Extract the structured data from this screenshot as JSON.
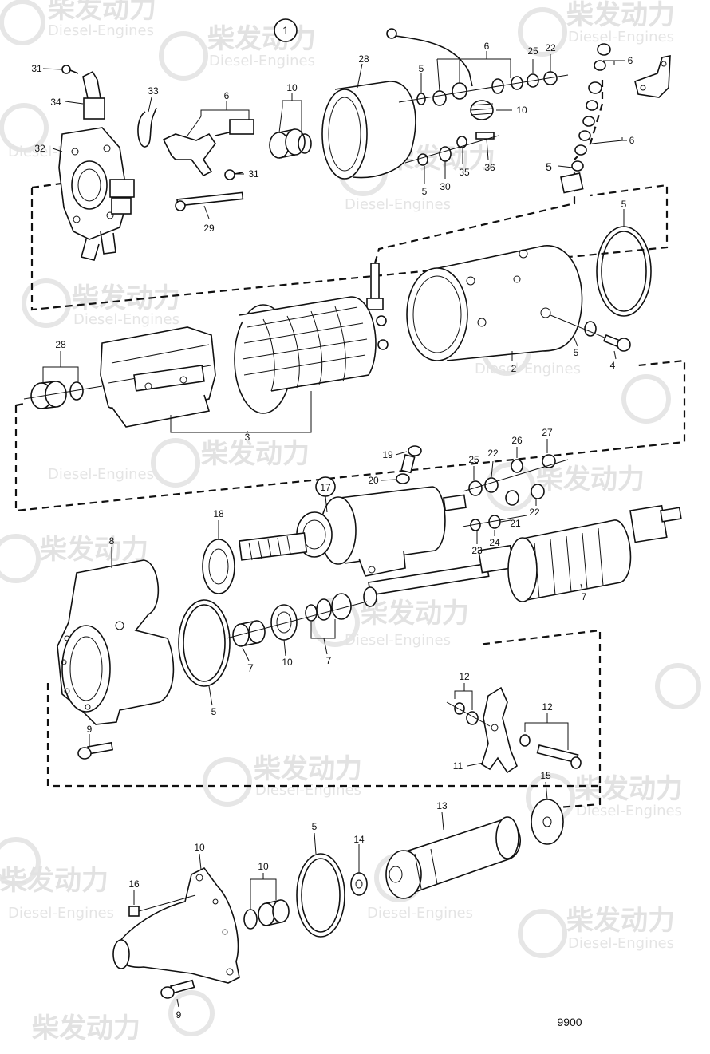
{
  "diagram": {
    "group_marker": "1",
    "footer_code": "9900",
    "watermark": {
      "brand_cn": "柴发动力",
      "brand_en": "Diesel-Engines"
    },
    "callouts": {
      "c31a": "31",
      "c34": "34",
      "c33": "33",
      "c6a": "6",
      "c10a": "10",
      "c28a": "28",
      "c5a": "5",
      "c6b": "6",
      "c25a": "25",
      "c22a": "22",
      "c6c": "6",
      "c6d": "6",
      "c10b": "10",
      "c32": "32",
      "c31b": "31",
      "c29": "29",
      "c5b": "5",
      "c30": "30",
      "c35": "35",
      "c36": "36",
      "c5c": "5",
      "c5d": "5",
      "c28b": "28",
      "c2": "2",
      "c5e": "5",
      "c4": "4",
      "c3": "3",
      "c19": "19",
      "c20": "20",
      "c17": "17",
      "c25b": "25",
      "c22b": "22",
      "c26": "26",
      "c27": "27",
      "c22c": "22",
      "c21": "21",
      "c23": "23",
      "c24": "24",
      "c18": "18",
      "c8": "8",
      "c7a": "7",
      "c7b": "7",
      "c10c": "10",
      "c7c": "7",
      "c5f": "5",
      "c9a": "9",
      "c12a": "12",
      "c12b": "12",
      "c11": "11",
      "c15": "15",
      "c13": "13",
      "c5g": "5",
      "c14": "14",
      "c10d": "10",
      "c10e": "10",
      "c16": "16",
      "c9b": "9"
    }
  }
}
